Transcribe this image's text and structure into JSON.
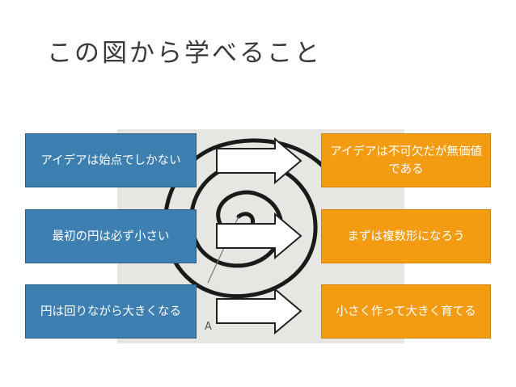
{
  "title": "この図から学べること",
  "left_boxes": [
    "アイデアは始点でしかない",
    "最初の円は必ず小さい",
    "円は回りながら大きくなる"
  ],
  "right_boxes": [
    "アイデアは不可欠だが無価値である",
    "まずは複数形になろう",
    "小さく作って大きく育てる"
  ],
  "colors": {
    "blue_box": "#3c7fb0",
    "orange_box": "#f39c12",
    "title_text": "#3a3a3a"
  },
  "icons": [
    "right-arrow-icon"
  ],
  "photo": {
    "description_icon": "spiral-drawing"
  }
}
